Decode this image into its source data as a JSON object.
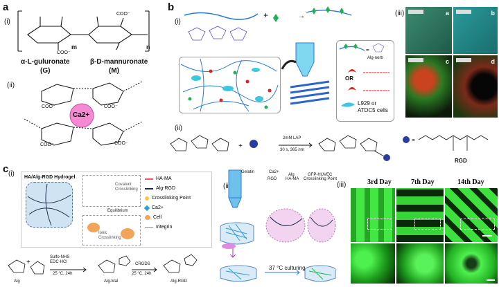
{
  "panels": {
    "a": {
      "label": "a",
      "sub_i": "(i)",
      "sub_ii": "(ii)",
      "m": "m",
      "n": "n",
      "g_name": "α-L-guluronate",
      "g_abbr": "(G)",
      "m_name": "β-D-mannuronate",
      "m_abbr": "(M)",
      "ion": "Ca2+",
      "coo": "COO⁻"
    },
    "b": {
      "label": "b",
      "sub_i": "(i)",
      "sub_ii": "(ii)",
      "sub_iii": "(iii)",
      "legend_alg": "Alg-norb",
      "legend_or": "OR",
      "legend_cells": "L929 or ATDC5 cells",
      "reaction": "2mM LAP",
      "reaction2": "30 s, 365 nm",
      "rgd": "RGD",
      "micro_tags": [
        "a",
        "b",
        "c",
        "d"
      ]
    },
    "c": {
      "label": "c",
      "sub_i": "(i)",
      "sub_ii": "(ii)",
      "sub_iii": "(iii)",
      "hydrogel_title": "HA/Alg-RGD Hydrogel",
      "covalent": "Covalent Crosslinking",
      "equilibrium": "Equilibrium",
      "ionic": "Ionic Crosslinking",
      "legend": [
        "HA-MA",
        "Alg-RGD",
        "Crosslinking Point",
        "Ca2+",
        "Cell",
        "Integrin"
      ],
      "print_legend": [
        "Gelatin",
        "Ca2+",
        "Alg",
        "GFP-HUVEC",
        "RGD",
        "HA-MA",
        "Crosslinking Point"
      ],
      "culturing": "37 °C culturing",
      "reagents1": [
        "Sulfo-NHS",
        "EDC·HCl",
        "25 °C, 24h"
      ],
      "reagents2": [
        "CRGDS",
        "25 °C, 24h"
      ],
      "products": [
        "Alg",
        "Alg-Mal",
        "Alg-RGD"
      ],
      "days": [
        "3rd Day",
        "7th Day",
        "14th Day"
      ]
    }
  },
  "colors": {
    "green": "#22c322",
    "dark_green": "#0d3b0d",
    "teal": "#1d6b5a",
    "red": "#d22",
    "ca": "#f58ad2",
    "blue": "#2a3c9e"
  }
}
